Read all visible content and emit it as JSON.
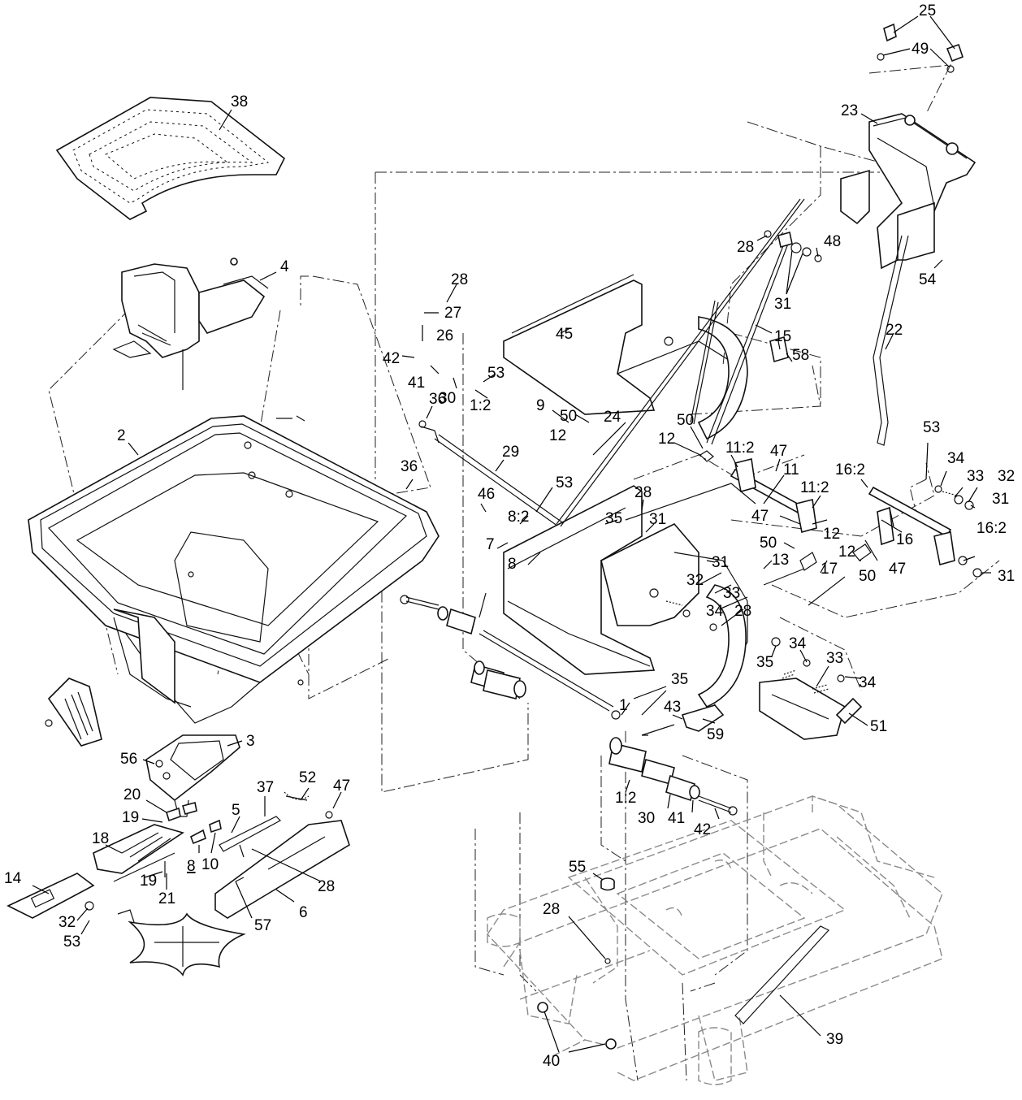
{
  "callouts": [
    {
      "id": "c38",
      "text": "38"
    },
    {
      "id": "c4",
      "text": "4"
    },
    {
      "id": "c2",
      "text": "2"
    },
    {
      "id": "c3",
      "text": "3"
    },
    {
      "id": "c56",
      "text": "56"
    },
    {
      "id": "c20",
      "text": "20"
    },
    {
      "id": "c19a",
      "text": "19"
    },
    {
      "id": "c18",
      "text": "18"
    },
    {
      "id": "c19b",
      "text": "19"
    },
    {
      "id": "c21",
      "text": "21"
    },
    {
      "id": "c14",
      "text": "14"
    },
    {
      "id": "c32a",
      "text": "32"
    },
    {
      "id": "c53a",
      "text": "53"
    },
    {
      "id": "c5",
      "text": "5"
    },
    {
      "id": "c8a",
      "text": "8"
    },
    {
      "id": "c10",
      "text": "10"
    },
    {
      "id": "c37",
      "text": "37"
    },
    {
      "id": "c52",
      "text": "52"
    },
    {
      "id": "c47a",
      "text": "47"
    },
    {
      "id": "c28a",
      "text": "28"
    },
    {
      "id": "c57",
      "text": "57"
    },
    {
      "id": "c6",
      "text": "6"
    },
    {
      "id": "c36a",
      "text": "36"
    },
    {
      "id": "c36b",
      "text": "36"
    },
    {
      "id": "c29",
      "text": "29"
    },
    {
      "id": "c46",
      "text": "46"
    },
    {
      "id": "c53b",
      "text": "53"
    },
    {
      "id": "c82a",
      "text": "8:2"
    },
    {
      "id": "c7",
      "text": "7"
    },
    {
      "id": "c8b",
      "text": "8"
    },
    {
      "id": "c24",
      "text": "24"
    },
    {
      "id": "c35a",
      "text": "35"
    },
    {
      "id": "c28b",
      "text": "28"
    },
    {
      "id": "c31a",
      "text": "31"
    },
    {
      "id": "c28c",
      "text": "28"
    },
    {
      "id": "c27",
      "text": "27"
    },
    {
      "id": "c26",
      "text": "26"
    },
    {
      "id": "c45",
      "text": "45"
    },
    {
      "id": "c42a",
      "text": "42"
    },
    {
      "id": "c41a",
      "text": "41"
    },
    {
      "id": "c30a",
      "text": "30"
    },
    {
      "id": "c12a",
      "text": "1:2"
    },
    {
      "id": "c53c",
      "text": "53"
    },
    {
      "id": "c9",
      "text": "9"
    },
    {
      "id": "c50a",
      "text": "50"
    },
    {
      "id": "c12b",
      "text": "12"
    },
    {
      "id": "c35b",
      "text": "35"
    },
    {
      "id": "c1",
      "text": "1"
    },
    {
      "id": "c43",
      "text": "43"
    },
    {
      "id": "c59",
      "text": "59"
    },
    {
      "id": "c12c",
      "text": "1:2"
    },
    {
      "id": "c30b",
      "text": "30"
    },
    {
      "id": "c41b",
      "text": "41"
    },
    {
      "id": "c42b",
      "text": "42"
    },
    {
      "id": "c55",
      "text": "55"
    },
    {
      "id": "c28d",
      "text": "28"
    },
    {
      "id": "c40",
      "text": "40"
    },
    {
      "id": "c39",
      "text": "39"
    },
    {
      "id": "c25",
      "text": "25"
    },
    {
      "id": "c49",
      "text": "49"
    },
    {
      "id": "c23",
      "text": "23"
    },
    {
      "id": "c28e",
      "text": "28"
    },
    {
      "id": "c48",
      "text": "48"
    },
    {
      "id": "c31b",
      "text": "31"
    },
    {
      "id": "c54",
      "text": "54"
    },
    {
      "id": "c15",
      "text": "15"
    },
    {
      "id": "c22",
      "text": "22"
    },
    {
      "id": "c50b",
      "text": "50"
    },
    {
      "id": "c12d",
      "text": "12"
    },
    {
      "id": "c112a",
      "text": "11:2"
    },
    {
      "id": "c47b",
      "text": "47"
    },
    {
      "id": "c11",
      "text": "11"
    },
    {
      "id": "c112b",
      "text": "11:2"
    },
    {
      "id": "c47c",
      "text": "47"
    },
    {
      "id": "c12e",
      "text": "12"
    },
    {
      "id": "c50c",
      "text": "50"
    },
    {
      "id": "c13",
      "text": "13"
    },
    {
      "id": "c17",
      "text": "17"
    },
    {
      "id": "c31c",
      "text": "31"
    },
    {
      "id": "c32b",
      "text": "32"
    },
    {
      "id": "c33a",
      "text": "33"
    },
    {
      "id": "c34a",
      "text": "34"
    },
    {
      "id": "c28f",
      "text": "28"
    },
    {
      "id": "c162a",
      "text": "16:2"
    },
    {
      "id": "c16",
      "text": "16"
    },
    {
      "id": "c12f",
      "text": "12"
    },
    {
      "id": "c50d",
      "text": "50"
    },
    {
      "id": "c47d",
      "text": "47"
    },
    {
      "id": "c53d",
      "text": "53"
    },
    {
      "id": "c34b",
      "text": "34"
    },
    {
      "id": "c33b",
      "text": "33"
    },
    {
      "id": "c32c",
      "text": "32"
    },
    {
      "id": "c31d",
      "text": "31"
    },
    {
      "id": "c162b",
      "text": "16:2"
    },
    {
      "id": "c31e",
      "text": "31"
    },
    {
      "id": "c58",
      "text": "58"
    },
    {
      "id": "c35c",
      "text": "35"
    },
    {
      "id": "c34c",
      "text": "34"
    },
    {
      "id": "c33c",
      "text": "33"
    },
    {
      "id": "c34d",
      "text": "34"
    },
    {
      "id": "c51",
      "text": "51"
    }
  ]
}
